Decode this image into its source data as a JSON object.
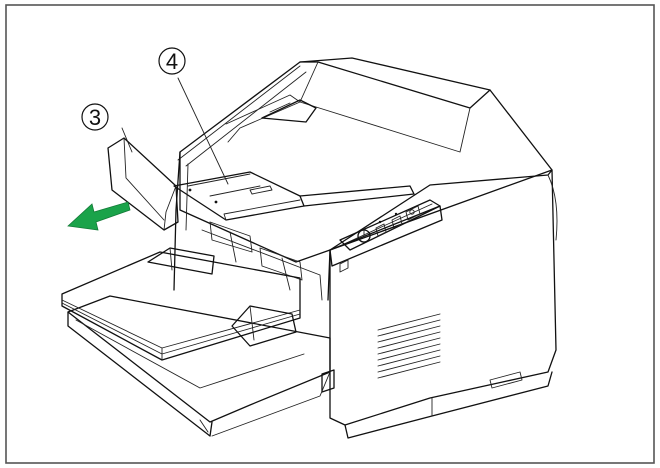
{
  "callouts": [
    {
      "label": "3",
      "part": "extension-tray"
    },
    {
      "label": "4",
      "part": "feed-guide-tray"
    }
  ],
  "colors": {
    "arrow": "#1aa34a",
    "tray_shade": "#d9d9d9",
    "outline": "#111111",
    "border": "#555555"
  },
  "icons": [
    "arrow-left-icon",
    "power-icon",
    "button-icon",
    "lock-icon"
  ]
}
